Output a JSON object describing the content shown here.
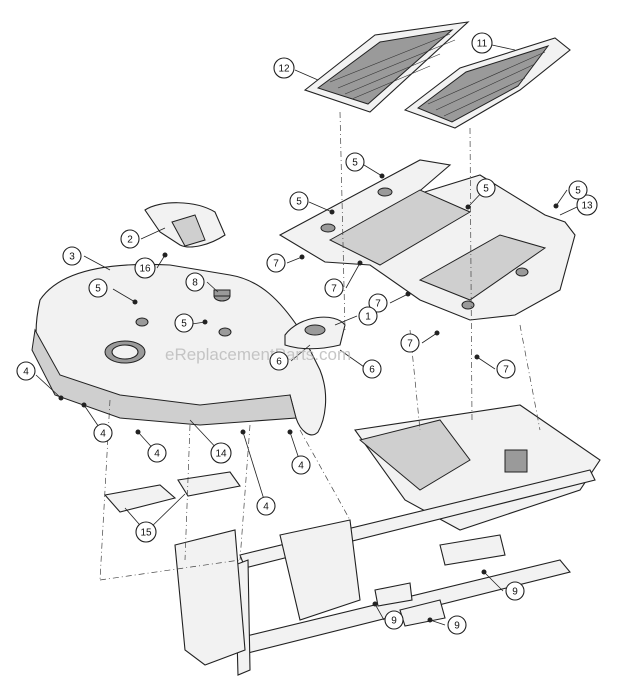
{
  "watermark": "eReplacementParts.com",
  "callouts": [
    {
      "id": "c-12",
      "label": "12"
    },
    {
      "id": "c-11",
      "label": "11"
    },
    {
      "id": "c-13",
      "label": "13"
    },
    {
      "id": "c-5a",
      "label": "5"
    },
    {
      "id": "c-5b",
      "label": "5"
    },
    {
      "id": "c-5c",
      "label": "5"
    },
    {
      "id": "c-5d",
      "label": "5"
    },
    {
      "id": "c-5e",
      "label": "5"
    },
    {
      "id": "c-5f",
      "label": "5"
    },
    {
      "id": "c-2",
      "label": "2"
    },
    {
      "id": "c-3",
      "label": "3"
    },
    {
      "id": "c-16",
      "label": "16"
    },
    {
      "id": "c-8",
      "label": "8"
    },
    {
      "id": "c-7a",
      "label": "7"
    },
    {
      "id": "c-7b",
      "label": "7"
    },
    {
      "id": "c-7c",
      "label": "7"
    },
    {
      "id": "c-7d",
      "label": "7"
    },
    {
      "id": "c-7e",
      "label": "7"
    },
    {
      "id": "c-1",
      "label": "1"
    },
    {
      "id": "c-6a",
      "label": "6"
    },
    {
      "id": "c-6b",
      "label": "6"
    },
    {
      "id": "c-4a",
      "label": "4"
    },
    {
      "id": "c-4b",
      "label": "4"
    },
    {
      "id": "c-4c",
      "label": "4"
    },
    {
      "id": "c-4d",
      "label": "4"
    },
    {
      "id": "c-4e",
      "label": "4"
    },
    {
      "id": "c-14",
      "label": "14"
    },
    {
      "id": "c-15",
      "label": "15"
    },
    {
      "id": "c-9a",
      "label": "9"
    },
    {
      "id": "c-9b",
      "label": "9"
    },
    {
      "id": "c-9c",
      "label": "9"
    }
  ]
}
